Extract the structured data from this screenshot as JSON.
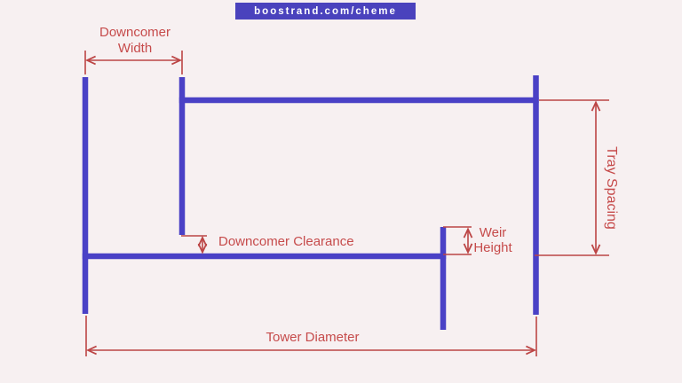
{
  "header": {
    "badge": "boostrand.com/cheme"
  },
  "diagram": {
    "labels": {
      "downcomer_width_line1": "Downcomer",
      "downcomer_width_line2": "Width",
      "downcomer_clearance": "Downcomer Clearance",
      "weir_height_line1": "Weir",
      "weir_height_line2": "Height",
      "tray_spacing": "Tray Spacing",
      "tower_diameter": "Tower Diameter"
    }
  },
  "colors": {
    "bg": "#f7f0f1",
    "blue": "#4a41c6",
    "badge_bg": "#4a42bd",
    "badge_text": "#ffffff",
    "red_line": "#bc4545",
    "red_text": "#c64b4b"
  }
}
